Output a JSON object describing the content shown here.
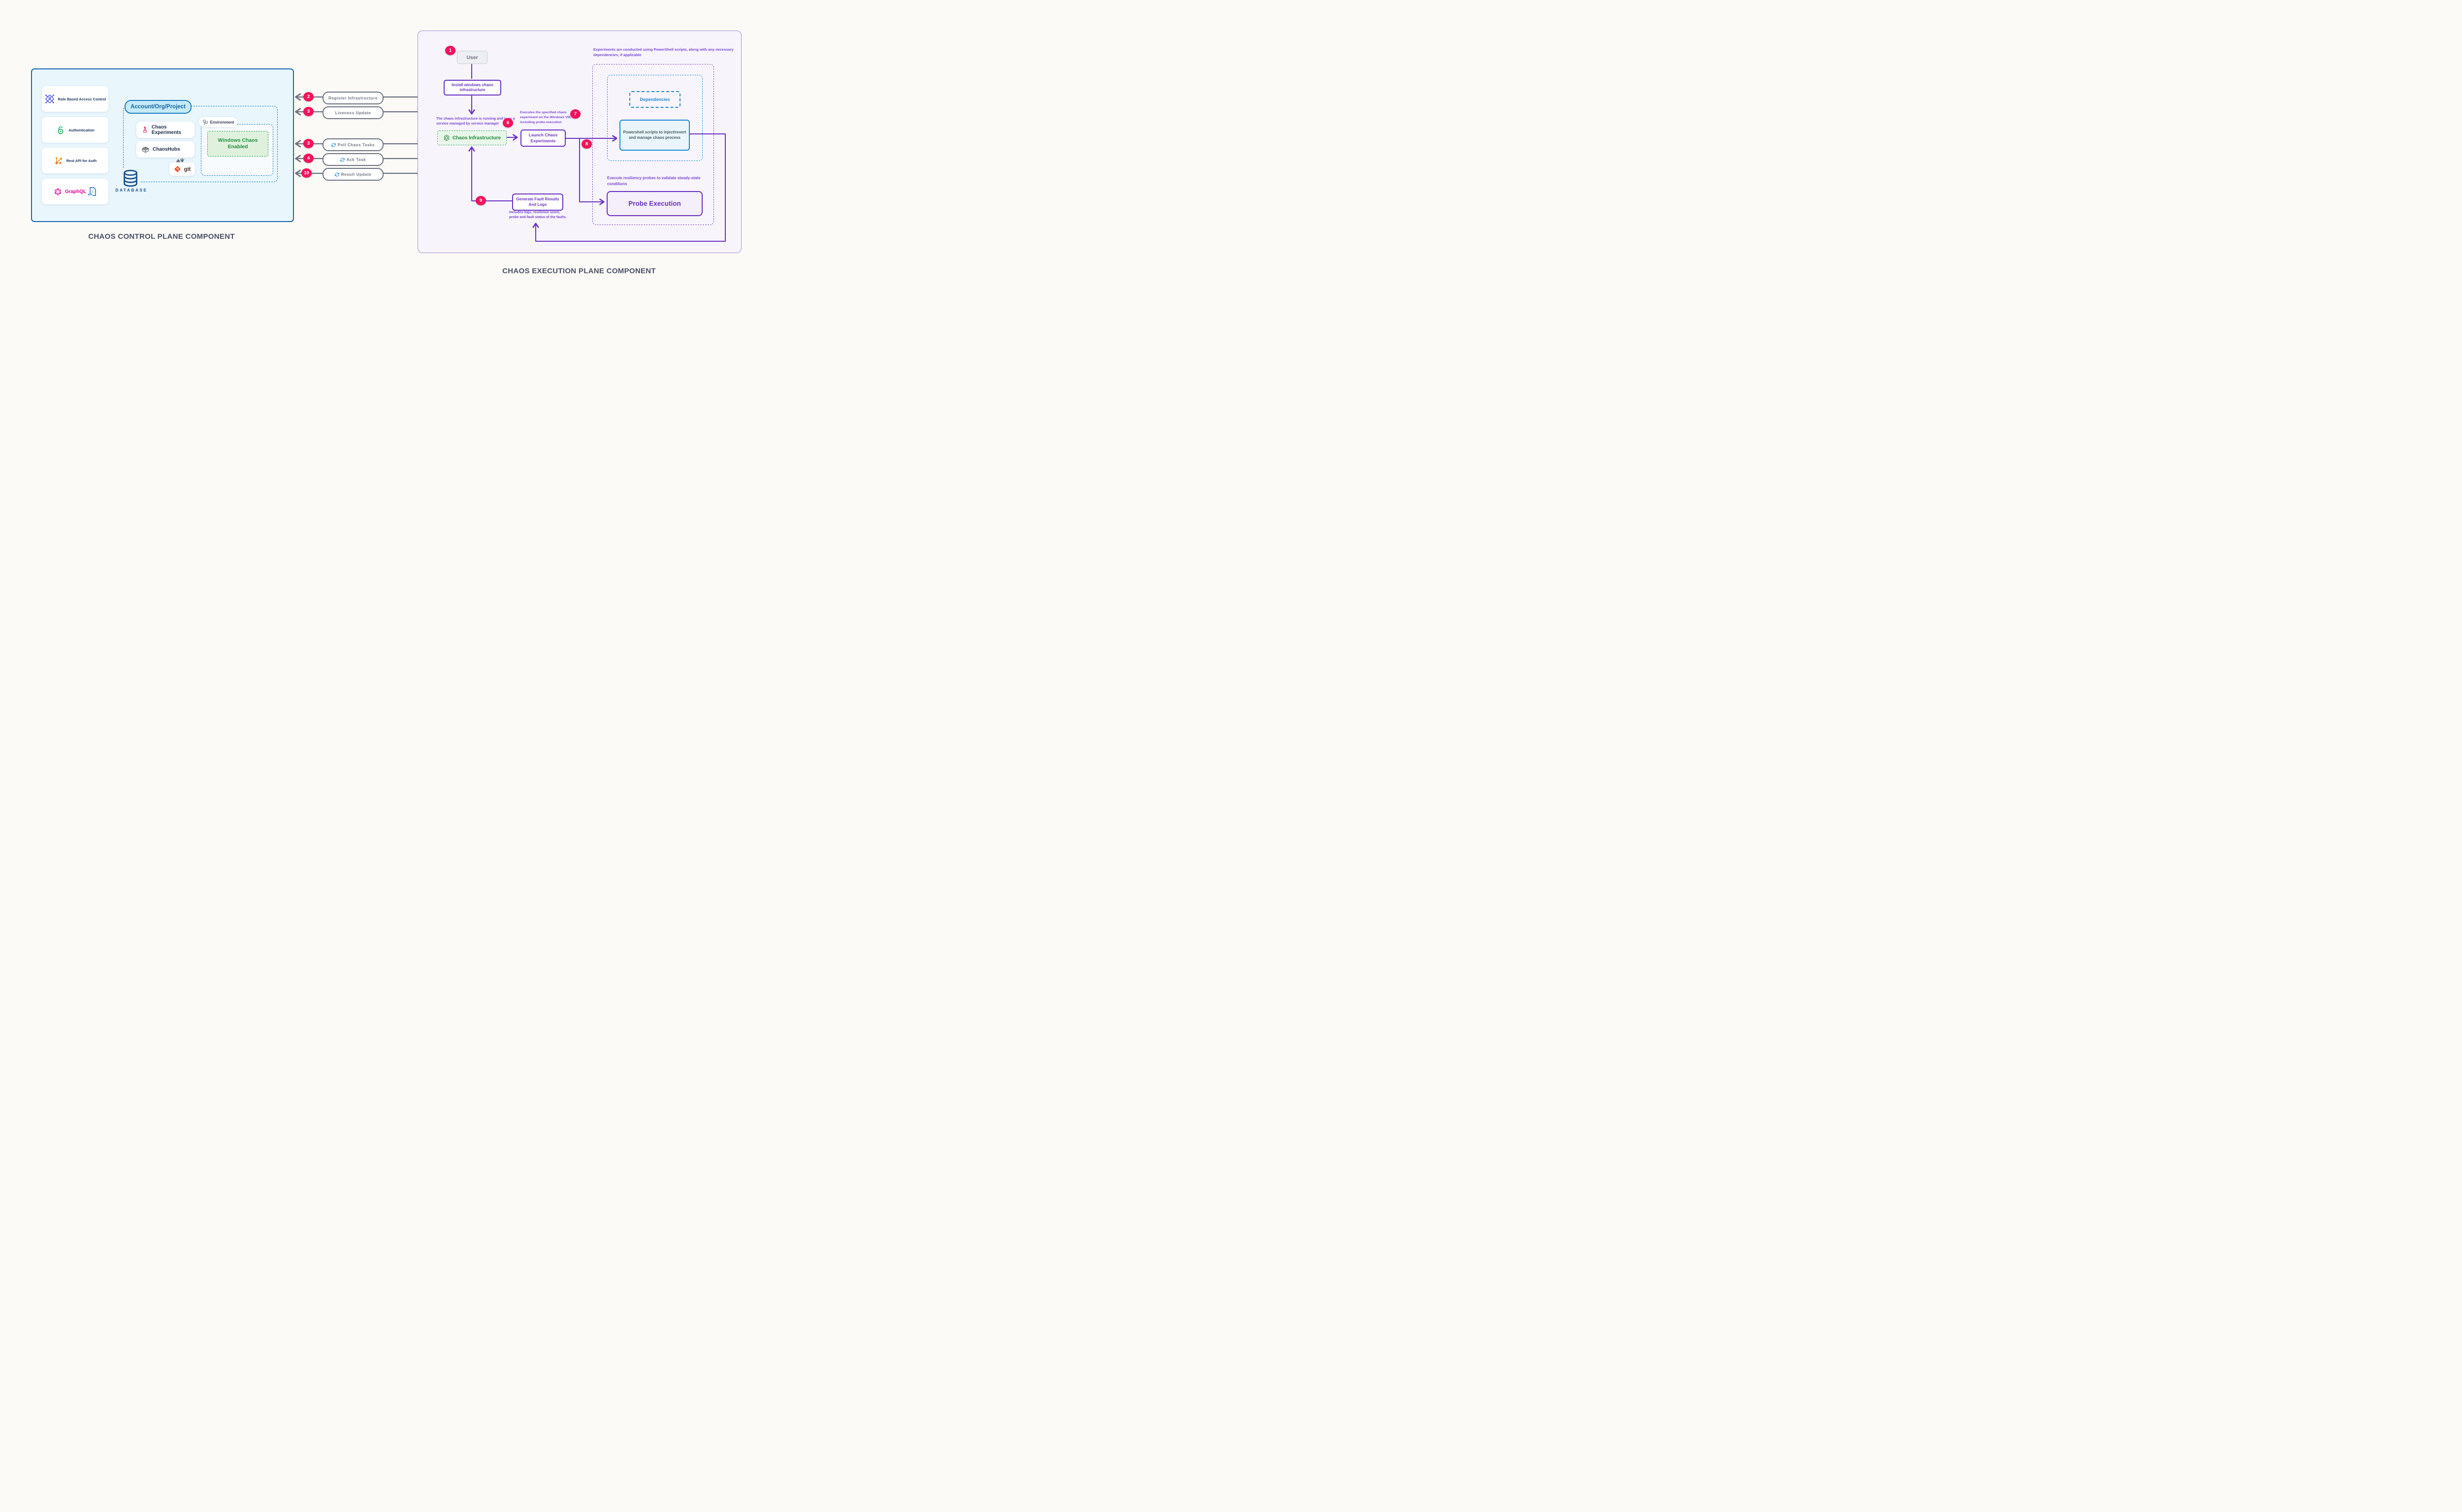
{
  "colors": {
    "background": "#FBFAF6",
    "control_border": "#1767AE",
    "control_fill": "#E9F6FC",
    "exec_fill": "#F8F4FC",
    "exec_border": "#A98FD0",
    "badge_pink": "#F2135D",
    "flow_gray": "#6B7280",
    "purple": "#6930C3",
    "purple_text": "#7847D1",
    "green": "#1F8B3B",
    "blue": "#1E88D2",
    "graphql_pink": "#E10098",
    "git_red": "#F05133",
    "db_blue": "#1B4F8F"
  },
  "control_plane": {
    "title": "CHAOS CONTROL PLANE COMPONENT",
    "cards": [
      {
        "label": "Role Based Access Control"
      },
      {
        "label": "Authentication"
      },
      {
        "label": "Rest API for Auth"
      },
      {
        "label": "GraphQL",
        "api_badge": "API"
      }
    ],
    "account_pill": "Account/Org/Project",
    "experiments_label": "Chaos Experiments",
    "chaoshubs_label": "ChaosHubs",
    "git_label": "git",
    "environment_label": "Environment",
    "windows_chaos_label": "Windows Chaos Enabled",
    "database_label": "DATABASE"
  },
  "flows": [
    {
      "badge": "2",
      "label": "Register Infrastructure"
    },
    {
      "badge": "3",
      "label": "Liveness Update"
    },
    {
      "badge": "3",
      "label": "Poll Chaos Tasks"
    },
    {
      "badge": "4",
      "label": "Ack Task"
    },
    {
      "badge": "10",
      "label": "Result Update"
    }
  ],
  "execution_plane": {
    "title": "CHAOS EXECUTION PLANE COMPONENT",
    "user_badge": "1",
    "user_label": "User",
    "install_label": "Install windows chaos infrastructure",
    "infra_note": "The chaos infrastructure is running and is as a service managed by service manager",
    "infra_badge": "6",
    "infra_label": "Chaos Infrastructure",
    "launch_note": "Executes the specified chaos experiment on the Windows VM, including probe execution",
    "launch_badge": "7",
    "launch_label": "Launch Chaos Experiments",
    "scripts_badge": "8",
    "top_note": "Experiments are conducted using PowerShell scripts, along with any necessary dependencies, if applicable",
    "dependencies_label": "Dependencies",
    "powershell_label": "Powershell scripts to inject/revert and manage chaos process",
    "probe_note": "Execute resiliency probes to validate steady-state conditions",
    "probe_label": "Probe Execution",
    "results_badge": "9",
    "results_label": "Generate Fault Results And Logs",
    "results_note": "Includes logs, resilience score, probe and fault status of the faults."
  }
}
